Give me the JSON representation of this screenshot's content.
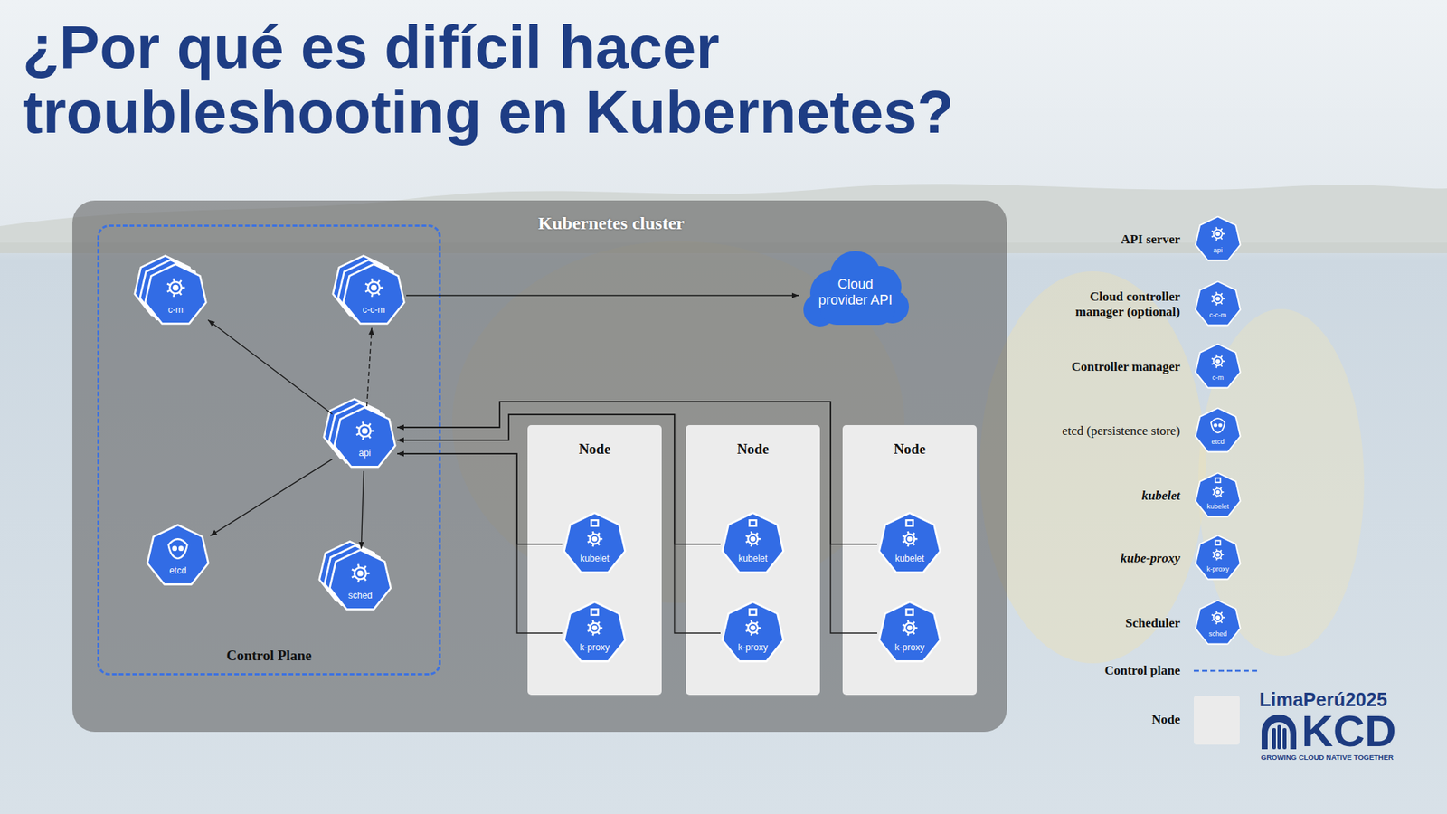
{
  "diagram": {
    "title": "¿Por qué es difícil hacer troubleshooting en Kubernetes?",
    "nodes": [
      {
        "text": [
          "Kubernetes cluster"
        ]
      },
      {
        "text": [
          "Control Plane"
        ],
        "in": 0
      },
      {
        "text": [
          "c-m"
        ],
        "in": 1
      },
      {
        "text": [
          "c-c-m"
        ],
        "in": 1
      },
      {
        "text": [
          "api"
        ],
        "in": 1
      },
      {
        "text": [
          "etcd"
        ],
        "in": 1
      },
      {
        "text": [
          "sched"
        ],
        "in": 1
      },
      {
        "text": [
          "Cloud provider API"
        ],
        "in": 0
      },
      {
        "text": [
          "Node"
        ],
        "in": 0
      },
      {
        "text": [
          "kubelet"
        ],
        "in": 8
      },
      {
        "text": [
          "k-proxy"
        ],
        "in": 8
      },
      {
        "text": [
          "Node"
        ],
        "in": 0
      },
      {
        "text": [
          "kubelet"
        ],
        "in": 11
      },
      {
        "text": [
          "k-proxy"
        ],
        "in": 11
      },
      {
        "text": [
          "Node"
        ],
        "in": 0
      },
      {
        "text": [
          "kubelet"
        ],
        "in": 14
      },
      {
        "text": [
          "k-proxy"
        ],
        "in": 14
      }
    ],
    "edges": [
      {
        "from": 4,
        "to": 2,
        "arrow": "to"
      },
      {
        "from": 4,
        "to": 3,
        "arrow": "to"
      },
      {
        "from": 4,
        "to": 5,
        "arrow": "to"
      },
      {
        "from": 4,
        "to": 6,
        "arrow": "to"
      },
      {
        "from": 3,
        "to": 7,
        "arrow": "to"
      },
      {
        "from": 9,
        "to": 4,
        "arrow": "to"
      },
      {
        "from": 10,
        "to": 4,
        "arrow": "to"
      },
      {
        "from": 12,
        "to": 4,
        "arrow": "to"
      },
      {
        "from": 13,
        "to": 4,
        "arrow": "to"
      },
      {
        "from": 15,
        "to": 4,
        "arrow": "to"
      },
      {
        "from": 16,
        "to": 4,
        "arrow": "to"
      }
    ],
    "labels": [
      "api",
      "c-c-m",
      "c-m",
      "etcd",
      "kubelet",
      "k-proxy",
      "sched",
      "LimaPerú2025",
      "KCD",
      "GROWING CLOUD NATIVE TOGETHER"
    ],
    "legend": [
      {
        "text": "API server"
      },
      {
        "text": "Cloud controller manager (optional)"
      },
      {
        "text": "Controller manager"
      },
      {
        "text": "etcd (persistence store)"
      },
      {
        "text": "kubelet"
      },
      {
        "text": "kube-proxy"
      },
      {
        "text": "Scheduler"
      },
      {
        "text": "Control plane"
      },
      {
        "text": "Node",
        "color": "#ebebeb"
      }
    ]
  }
}
